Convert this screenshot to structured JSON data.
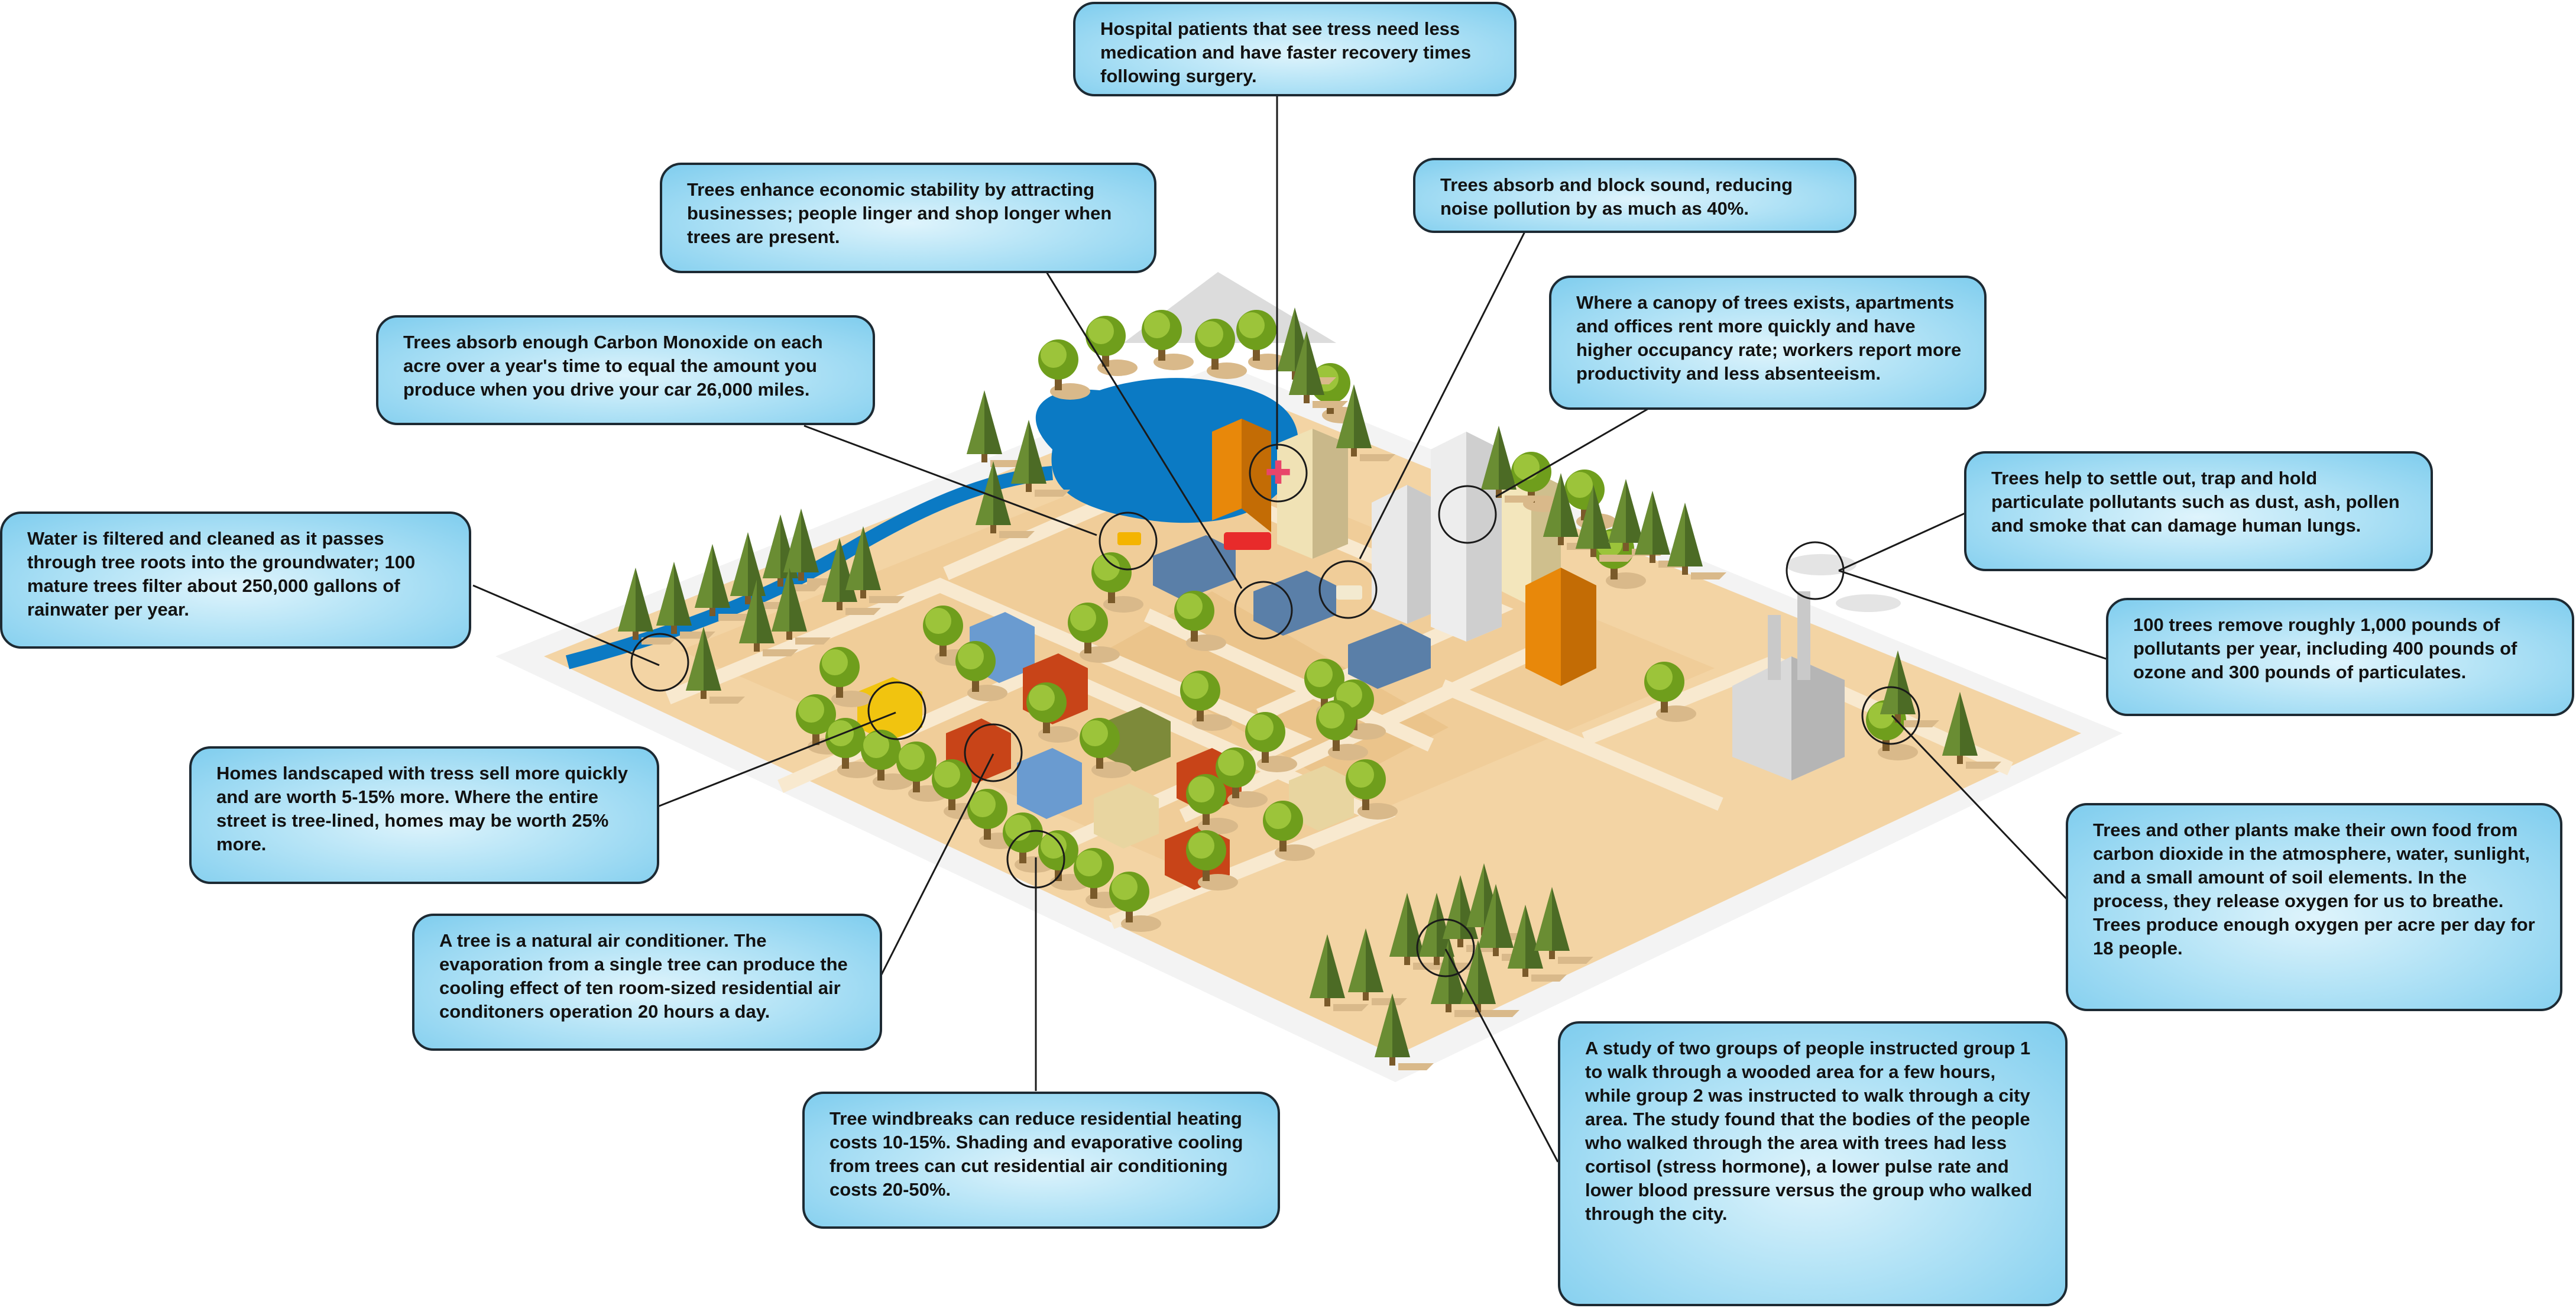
{
  "callouts": {
    "hospital": "Hospital patients that see tress need less medication and have faster recovery times following surgery.",
    "economic": "Trees enhance economic stability by attracting businesses; people linger and shop longer when trees are present.",
    "noise": "Trees absorb and block sound, reducing noise pollution by as much as 40%.",
    "canopy": "Where a canopy of trees exists, apartments and offices rent more quickly and have higher occupancy rate; workers report more productivity and less absenteeism.",
    "carbon_monoxide": "Trees absorb enough Carbon Monoxide on each acre over a year's time to equal the amount you produce when you drive your car 26,000 miles.",
    "particulate": "Trees help to settle out, trap and hold particulate pollutants such as dust, ash, pollen and smoke that can damage human lungs.",
    "water": "Water is filtered and cleaned as it passes through tree roots into the groundwater; 100 mature trees filter about 250,000 gallons of rainwater per year.",
    "pollutants": "100 trees remove roughly 1,000 pounds of pollutants per year, including 400 pounds of ozone and 300 pounds of particulates.",
    "homes": "Homes landscaped with tress sell more quickly and are worth 5-15% more. Where the entire street is tree-lined, homes may be worth 25% more.",
    "oxygen": "Trees and other plants make their own food from carbon dioxide in the atmosphere, water, sunlight, and a small amount of soil elements. In the process, they release oxygen for us to breathe. Trees produce enough oxygen per acre per day for 18 people.",
    "air_conditioner": "A tree is a natural air conditioner. The evaporation from a single tree can produce the cooling effect of ten room-sized residential air conditoners operation 20 hours a day.",
    "windbreaks": "Tree windbreaks can reduce residential heating costs 10-15%. Shading and evaporative cooling from trees can cut residential air conditioning costs 20-50%.",
    "study": "A study of two groups of people instructed group 1 to walk through a wooded area for a few hours, while group 2 was instructed to walk through a city area. The study found that the bodies of the people who walked through the area with trees had less cortisol (stress hormone), a lower pulse rate and lower blood pressure versus the group who walked through the city."
  },
  "colors": {
    "ground": "#f3d4a4",
    "ground_light": "#f8e6c6",
    "water": "#0b7ac4",
    "tree_green": "#6f9e1c",
    "pine_green": "#4c6b25",
    "callout_fill": "#8fd6f2",
    "callout_border": "#1d2a33"
  }
}
